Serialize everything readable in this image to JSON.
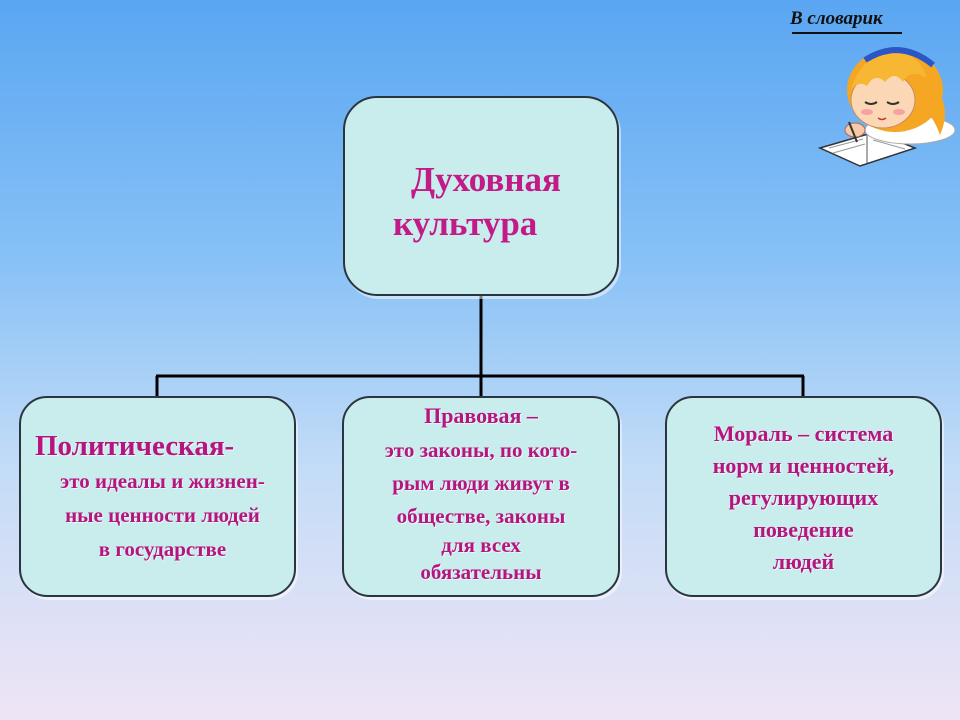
{
  "corner_label": "В словарик",
  "root": {
    "lines": [
      "Духовная",
      "культура"
    ]
  },
  "children": [
    {
      "title": "Политическая-",
      "lines": [
        "это идеалы  и жизнен-",
        "ные ценности людей",
        "в государстве"
      ]
    },
    {
      "title": "Правовая –",
      "lines": [
        "это  законы, по  кото-",
        "рым люди живут в",
        "обществе, законы",
        "для всех",
        "обязательны"
      ]
    },
    {
      "title": "",
      "lines": [
        "Мораль – система",
        "норм  и ценностей,",
        "регулирующих",
        "поведение",
        "людей"
      ]
    }
  ],
  "colors": {
    "box_fill": "#c9ecec",
    "text": "#b6157f",
    "connector": "#000000"
  },
  "icons": [
    "girl-writing-illustration"
  ]
}
